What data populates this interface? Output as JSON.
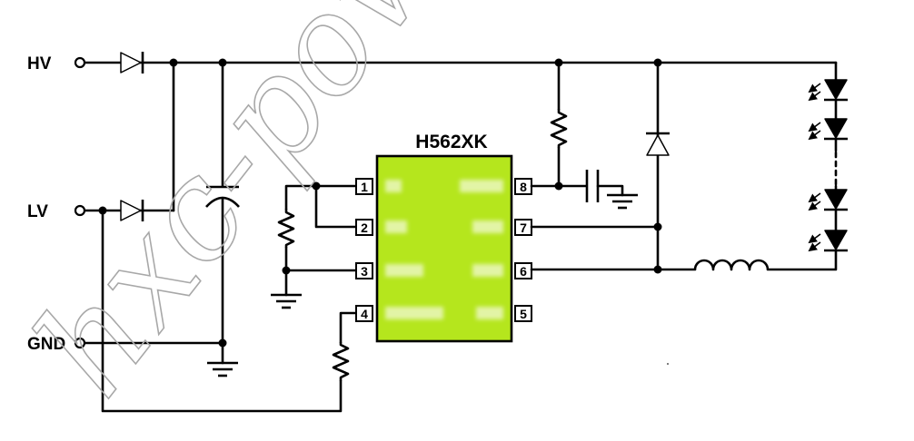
{
  "terminals": {
    "hv": "HV",
    "lv": "LV",
    "gnd": "GND"
  },
  "chip": {
    "name": "H562XK",
    "fill": "#b5e61d",
    "left_pins": [
      "1",
      "2",
      "3",
      "4"
    ],
    "right_pins": [
      "8",
      "7",
      "6",
      "5"
    ]
  },
  "watermark": "hxc-pow"
}
